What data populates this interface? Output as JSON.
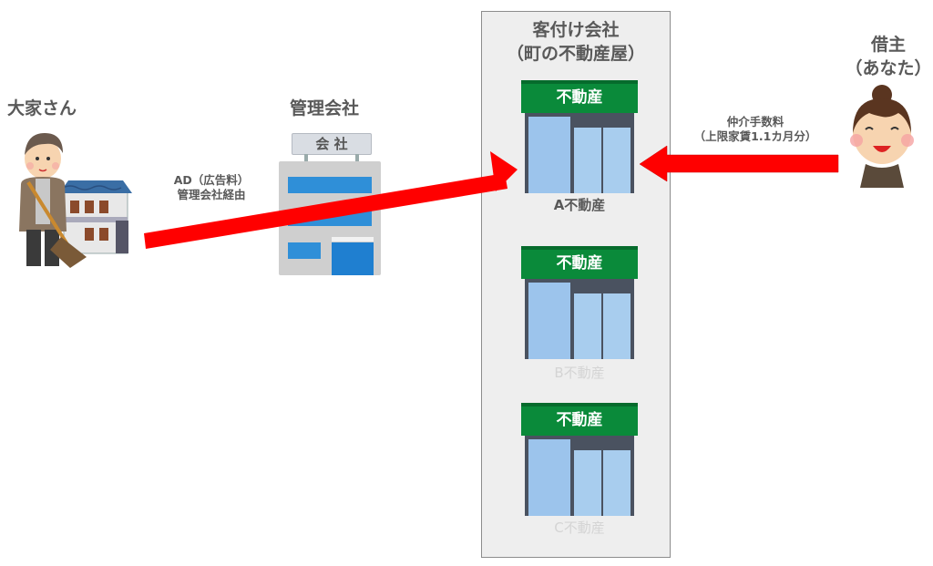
{
  "nodes": {
    "landlord": {
      "label": "大家さん",
      "icon": "landlord-with-house-icon"
    },
    "management": {
      "label": "管理会社",
      "sign_text": "会 社",
      "icon": "office-building-icon"
    },
    "agencies": {
      "title_line1": "客付け会社",
      "title_line2": "（町の不動産屋）",
      "shops": [
        {
          "label": "A不動産",
          "sign_text": "不動産",
          "highlighted": true
        },
        {
          "label": "B不動産",
          "sign_text": "不動産",
          "highlighted": false
        },
        {
          "label": "C不動産",
          "sign_text": "不動産",
          "highlighted": false
        }
      ]
    },
    "tenant": {
      "label_line1": "借主",
      "label_line2": "（あなた）",
      "icon": "tenant-woman-icon"
    }
  },
  "flows": [
    {
      "from": "landlord",
      "to": "agency-A",
      "label_line1": "AD（広告料）",
      "label_line2": "管理会社経由",
      "via": "management"
    },
    {
      "from": "tenant",
      "to": "agency-A",
      "label_line1": "仲介手数料",
      "label_line2": "（上限家賃1.1カ月分）"
    }
  ],
  "colors": {
    "arrow": "#ff0000",
    "shop_sign": "#0a8a3a",
    "panel_bg": "#eeeeee",
    "text": "#595959",
    "muted_text": "#d4d4d4"
  }
}
